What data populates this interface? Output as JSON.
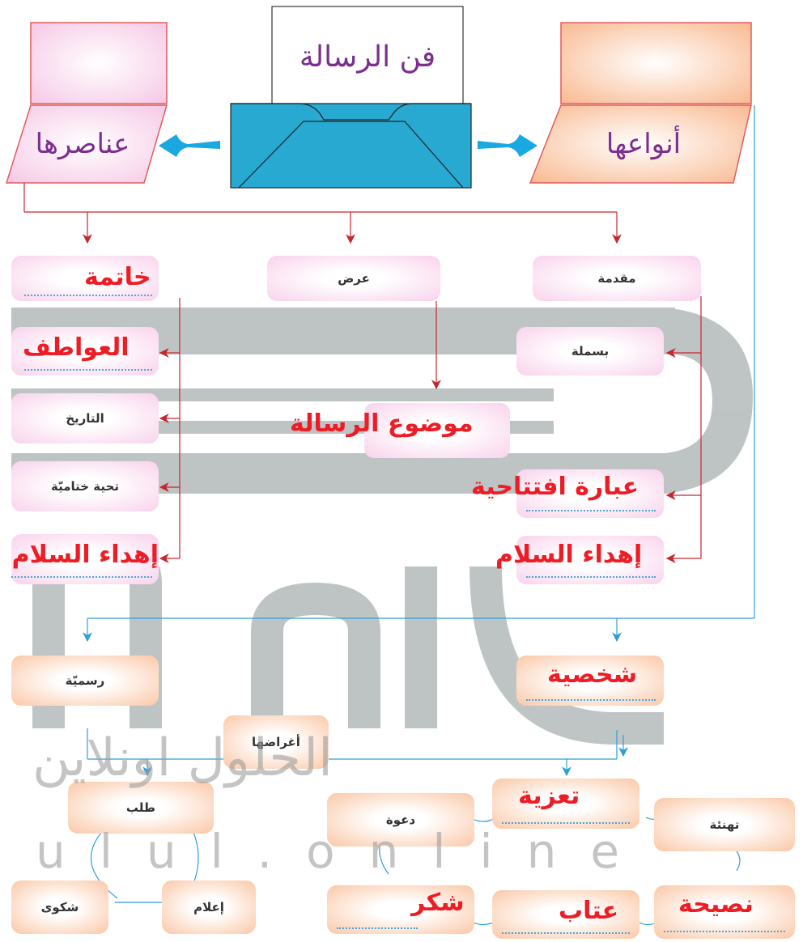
{
  "title": "فن الرسالة",
  "elements_label": "عناصرها",
  "types_label": "أنواعها",
  "elements": {
    "intro": {
      "label": "مقدمة",
      "items": [
        "بسملة",
        "عبارة افتتاحية",
        "إهداء السلام"
      ]
    },
    "body": {
      "label": "عرض",
      "items": [
        "موضوع الرسالة"
      ]
    },
    "conclusion": {
      "label": "خاتمة",
      "items": [
        "العواطف",
        "التاريخ",
        "تحية ختاميّة",
        "إهداء السلام"
      ]
    }
  },
  "types": {
    "personal": "شخصية",
    "official": "رسميّة",
    "purposes": "أغراضها",
    "personal_purposes": [
      "تعزية",
      "تهنئة",
      "دعوة",
      "نصيحة",
      "عتاب",
      "شكر"
    ],
    "official_purposes": [
      "طلب",
      "إعلام",
      "شكوى"
    ]
  },
  "watermark": {
    "text_arabic": "الحلول اونلاين",
    "text_latin": "ulul.online"
  },
  "colors": {
    "arrow_blue": "#1aa8e0",
    "line_red": "#c6262e",
    "line_blue": "#2d9fd8",
    "answer_red": "#ee1c25",
    "title_purple": "#7b2e8e",
    "folder_blue": "#27a9d1"
  }
}
